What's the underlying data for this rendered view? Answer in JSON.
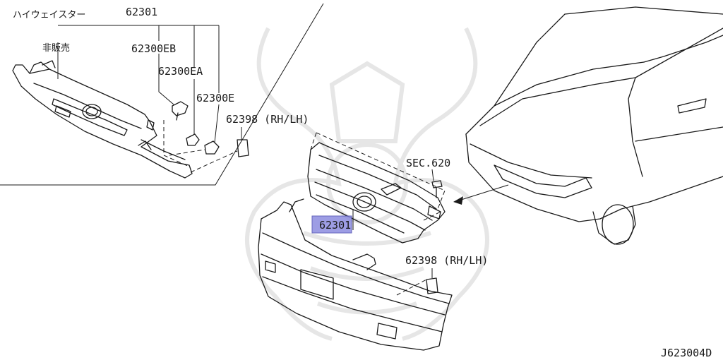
{
  "diagram": {
    "inset_title": "ハイウェイスター",
    "not_sold_label": "非販売",
    "code": "J623004D",
    "sec_ref": "SEC.620",
    "highlighted_part": "62301",
    "parts": {
      "grille_inset": "62301",
      "emblem_eb": "62300EB",
      "emblem_ea": "62300EA",
      "emblem_e": "62300E",
      "clip_inset": "62398 (RH/LH)",
      "grille_main_prefix": "6230",
      "grille_main_suffix": "1",
      "clip_main": "62398 (RH/LH)"
    },
    "icons": [
      "watermark-emblem-icon",
      "arrow-icon"
    ],
    "colors": {
      "highlight": "#8c8ce0",
      "line": "#1a1a1a",
      "watermark": "#e6e6e6"
    }
  }
}
